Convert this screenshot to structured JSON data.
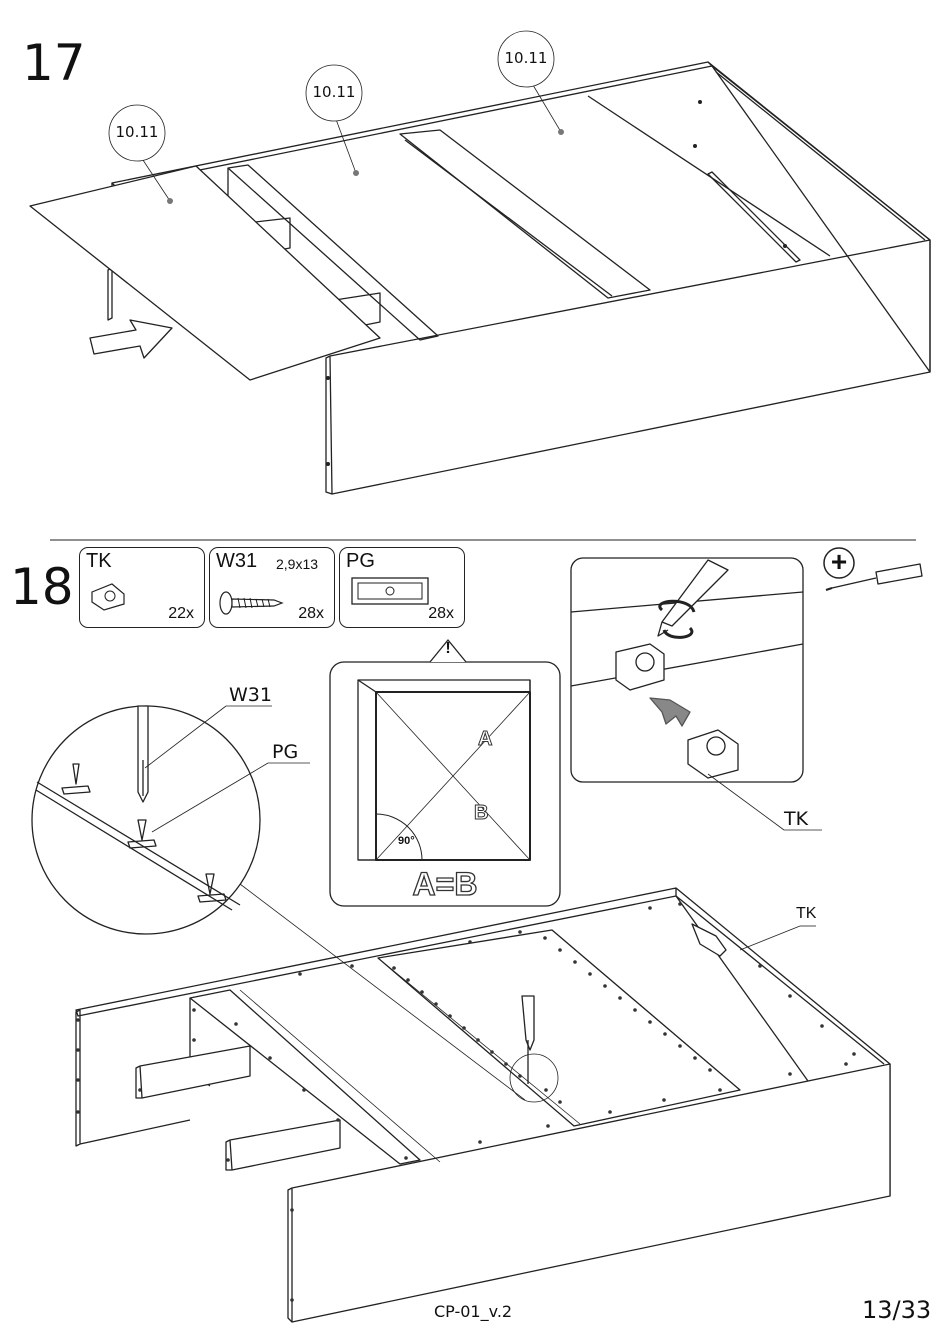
{
  "step17": {
    "number": "17",
    "callouts": [
      "10.11",
      "10.11",
      "10.11"
    ]
  },
  "step18": {
    "number": "18",
    "hardware": [
      {
        "code": "TK",
        "size": "",
        "qty": "22x",
        "icon": "corner-bracket-icon"
      },
      {
        "code": "W31",
        "size": "2,9x13",
        "qty": "28x",
        "icon": "screw-icon"
      },
      {
        "code": "PG",
        "size": "",
        "qty": "28x",
        "icon": "plate-icon"
      }
    ],
    "tool": {
      "symbol": "+",
      "icon": "phillips-screwdriver-icon"
    },
    "zoom_labels": {
      "screw": "W31",
      "plate": "PG"
    },
    "diagonal_check": {
      "warning": "!",
      "a": "A",
      "b": "B",
      "angle": "90°",
      "equation": "A=B"
    },
    "detail_label": "TK",
    "main_label": "TK"
  },
  "footer": {
    "doc_code": "CP-01_v.2",
    "page": "13/33"
  }
}
